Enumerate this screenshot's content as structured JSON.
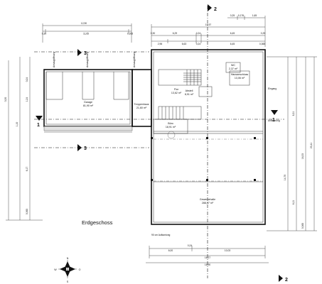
{
  "drawing": {
    "title": "Erdgeschoss",
    "section_labels": {
      "s2_top": "2",
      "s2_bottom": "2",
      "s3_upper": "3",
      "s3_lower": "3",
      "s1_left": "1",
      "s1_right": "1"
    },
    "compass": {
      "north": "N",
      "south": "S",
      "west": "W",
      "east": "O"
    },
    "rooms": [
      {
        "key": "garage",
        "name": "Garage",
        "area": "81,90 m²"
      },
      {
        "key": "treppe",
        "name": "Treppenhaus",
        "area": "21,60 m²"
      },
      {
        "key": "flur",
        "name": "Flur",
        "area": "13,62 m²"
      },
      {
        "key": "abstell",
        "name": "Abstell",
        "area": "8,91 m²"
      },
      {
        "key": "haus",
        "name": "Hausanschluss",
        "area": "13,06 m²"
      },
      {
        "key": "wc",
        "name": "WC",
        "area": "2,37 m²"
      },
      {
        "key": "halle",
        "name": "Gewerbehalle",
        "area": "288,07 m²"
      },
      {
        "key": "buero",
        "name": "Büro",
        "area": "18,91 m²"
      }
    ],
    "notes": {
      "ansaug1": "Ansaugöffnung",
      "ansaug2": "Ansaugöffnung",
      "ansaug3": "Ansaugöffnung",
      "eingang": "Eingang",
      "anlieferung": "Anlieferung",
      "stuetze": "90 cm Aufkantung"
    },
    "dims": {
      "top1": "12,90",
      "top2a": "0,30",
      "top2b": "11,65",
      "top2c": "0,265",
      "rt1": "16,97",
      "rt2a": "0,25",
      "rt2b": "0,176",
      "rt2c": "1,65",
      "rt3a": "0,30",
      "rt3b": "6,29",
      "rt3c": "0,24",
      "rt3d": "6,45",
      "rt3e": "0,25",
      "rt4a": "2,96",
      "rt4b": "6,63",
      "rt4c": "0,24",
      "rt4d": "6,45",
      "rt4e": "0,365",
      "bot1a": "0,24",
      "bot1b": "6,00",
      "bot1c": "10,03",
      "bot2": "16,27",
      "bot3": "16,90",
      "l1": "0,30",
      "l2": "0,24",
      "l3": "1,24",
      "l4": "1,10",
      "l5": "6,17",
      "l6": "0,365",
      "r1": "8,31",
      "r2": "14,79",
      "r3": "16,33",
      "r4": "23,41",
      "r5": "6,11",
      "r6": "0,365"
    },
    "colors": {
      "line": "#111111",
      "grid": "#666666"
    }
  }
}
